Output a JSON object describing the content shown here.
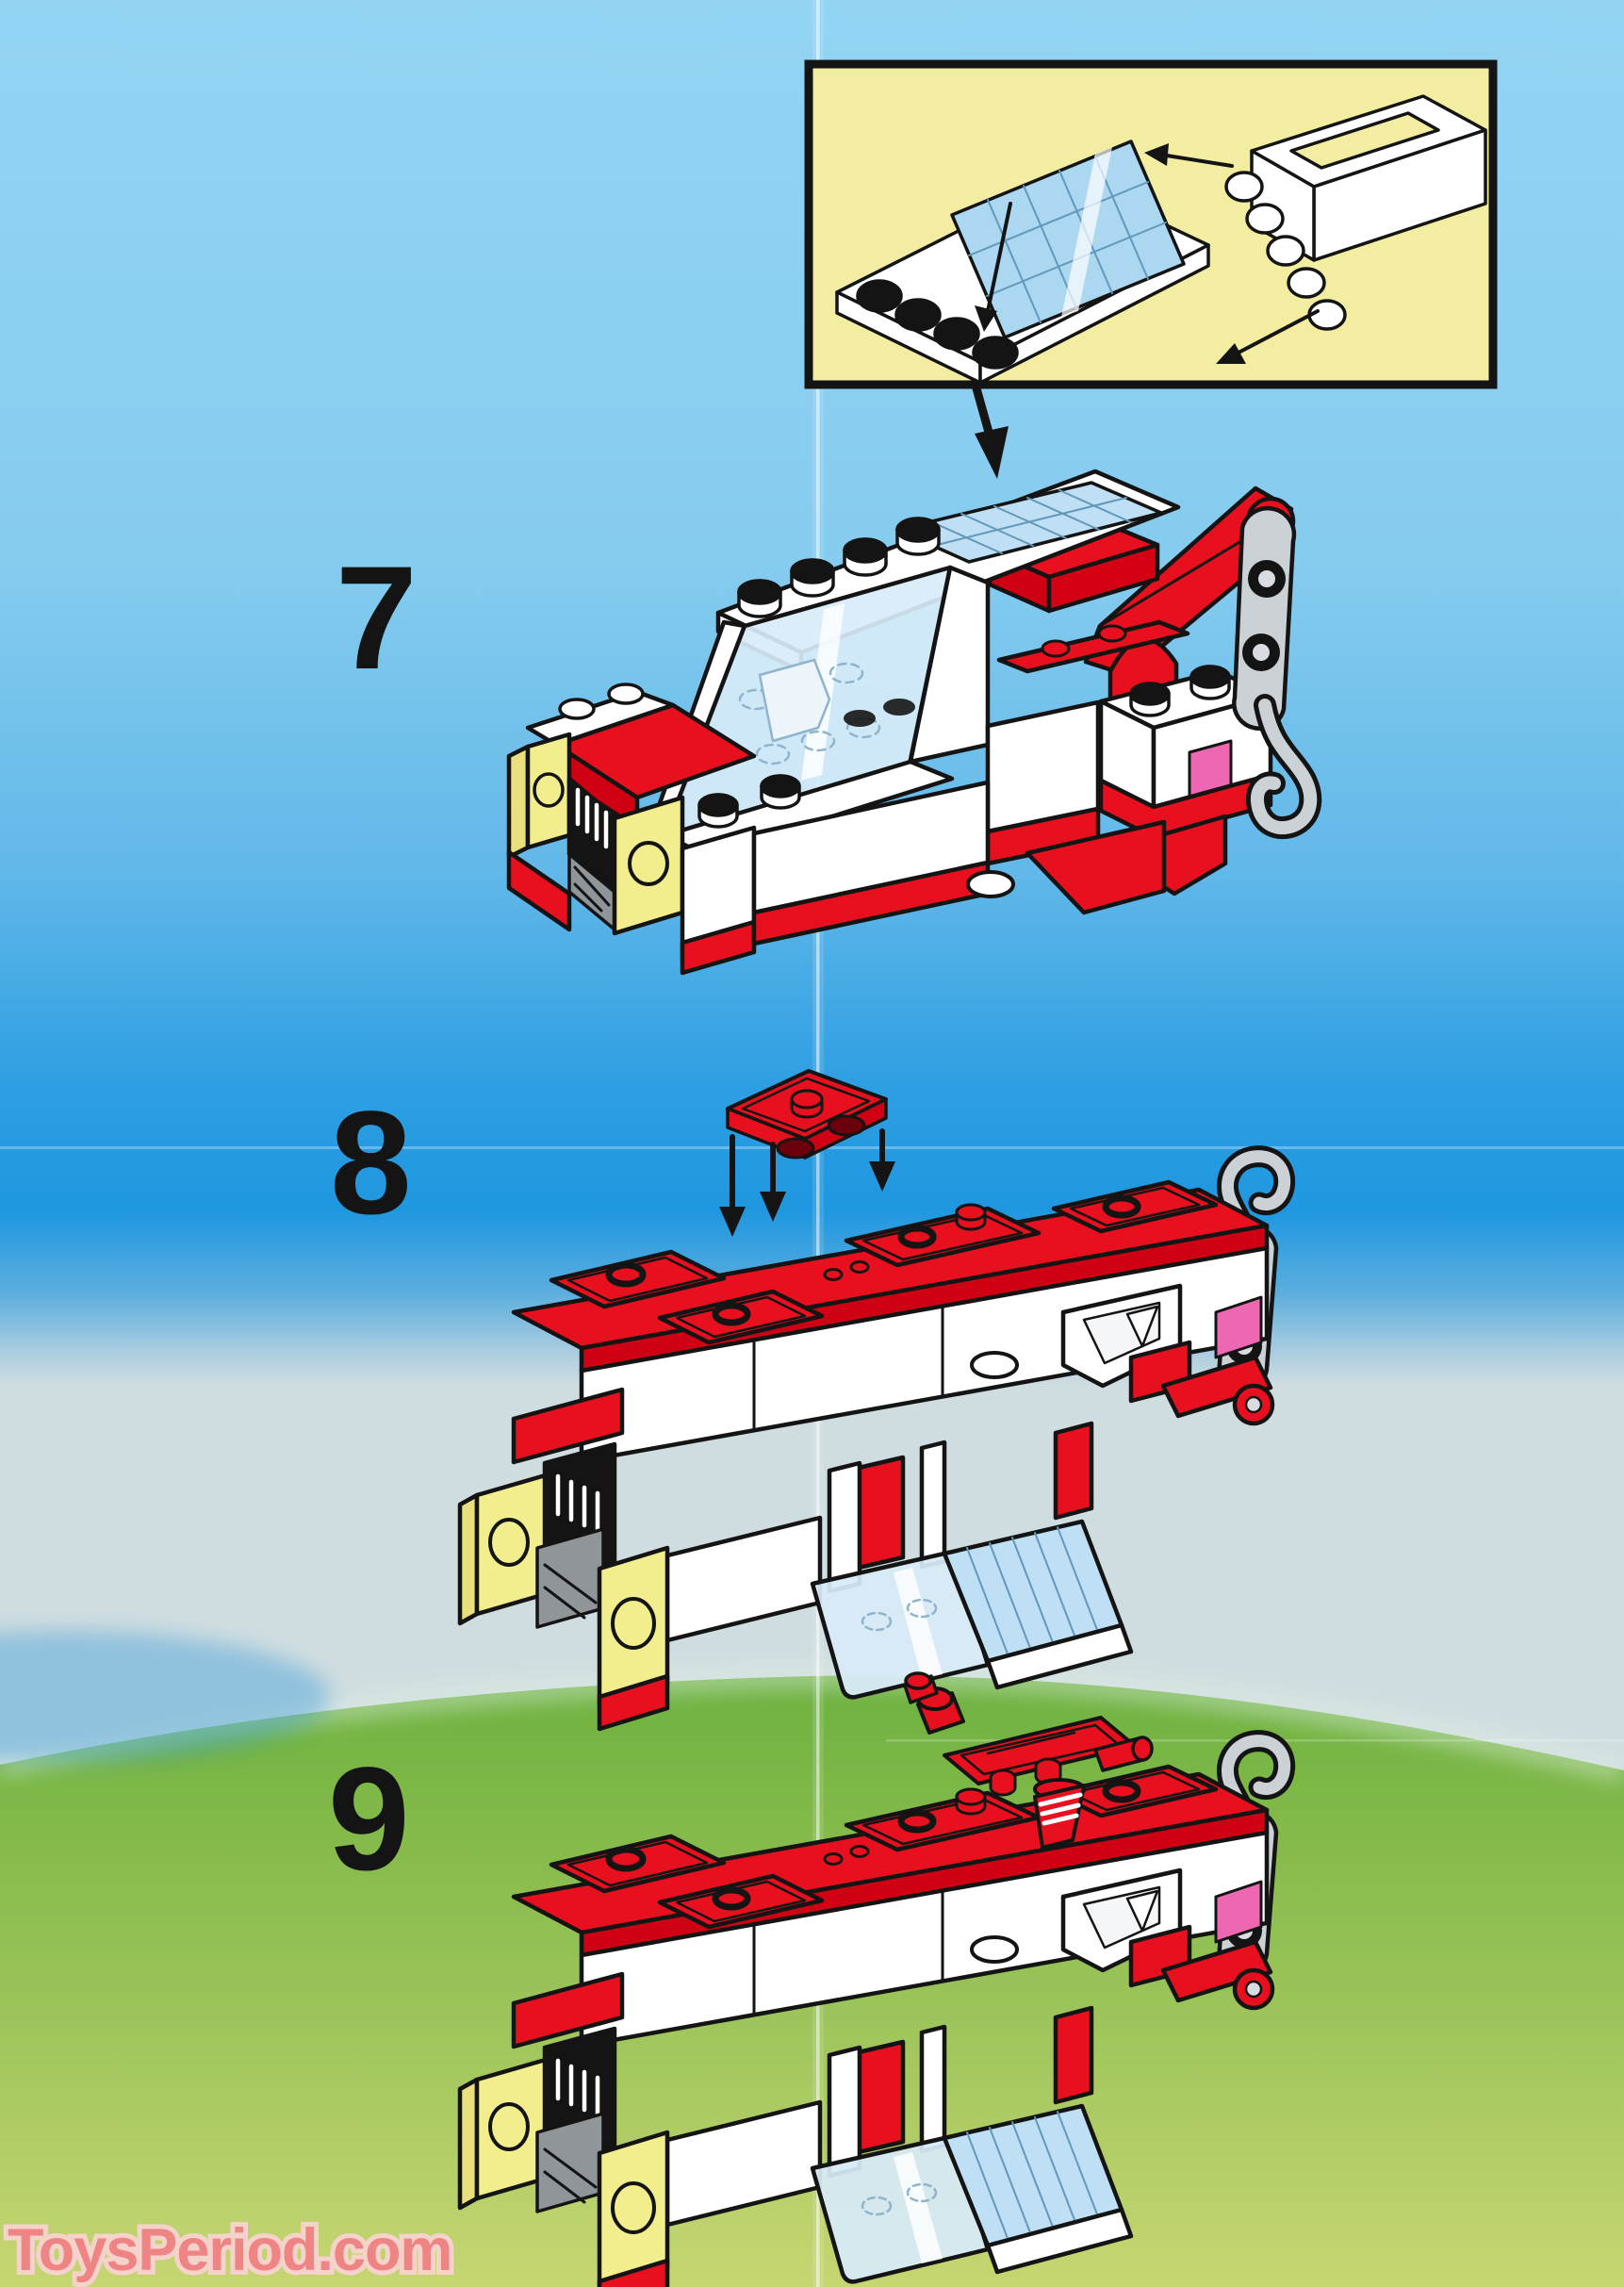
{
  "page": {
    "kind": "lego-building-instruction-page",
    "steps": [
      {
        "label": "7"
      },
      {
        "label": "8"
      },
      {
        "label": "9"
      }
    ],
    "watermark": "ToysPeriod.com"
  },
  "colors": {
    "sky_top": "#93d4f3",
    "sea_band_blue": "#2f9fe2",
    "grass_green": "#8abd4e",
    "grass_bottom": "#c6d671",
    "inset_background": "#f3eda1",
    "lego_red": "#e8101e",
    "lego_red_shade": "#cf0013",
    "headlight_yellow": "#f2ee8e",
    "roof_glass_blue": "#bfe0f4",
    "windshield_tint": "#d7ebf8",
    "hook_gray": "#ccd1d6",
    "stripe_pink": "#ee67b3",
    "outline_black": "#141414",
    "watermark_fill": "#ee8484",
    "watermark_outline": "#f5d2ca"
  },
  "icons": [
    {
      "name": "inset-glass-into-frame-diagram"
    },
    {
      "name": "down-arrow"
    },
    {
      "name": "assembly-arrows"
    },
    {
      "name": "tow-hook"
    }
  ]
}
